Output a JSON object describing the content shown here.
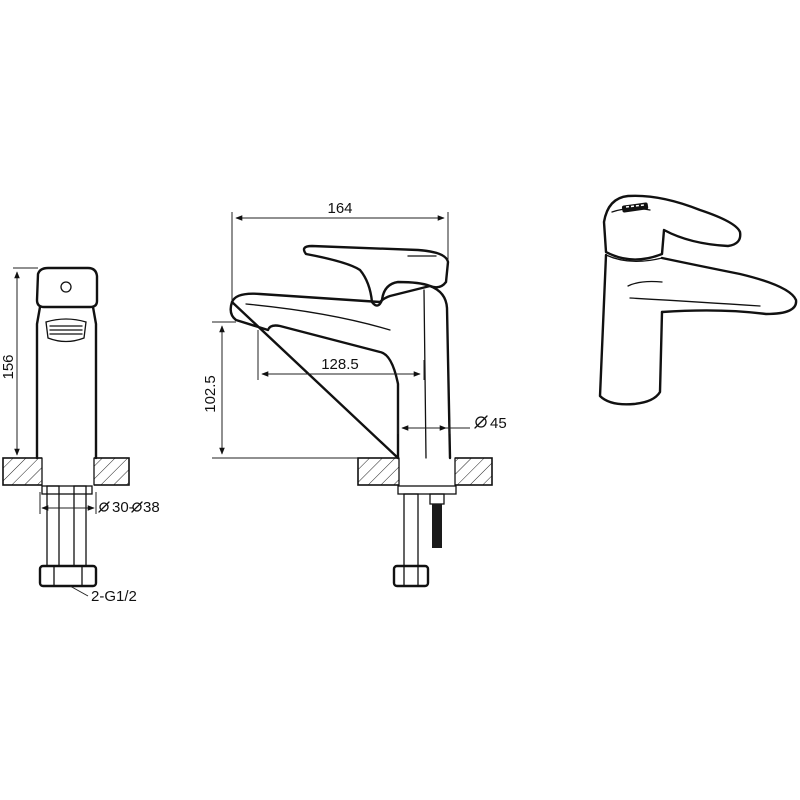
{
  "dimensions": {
    "height_total": "156",
    "width_total": "164",
    "spout_reach": "128.5",
    "spout_height": "102.5",
    "body_diameter": "45",
    "hole_diameter": "30-38",
    "hose_thread": "2-G1/2"
  },
  "colors": {
    "line": "#111111",
    "background": "#ffffff"
  },
  "icons": {
    "diameter_symbol": "diameter-icon"
  }
}
